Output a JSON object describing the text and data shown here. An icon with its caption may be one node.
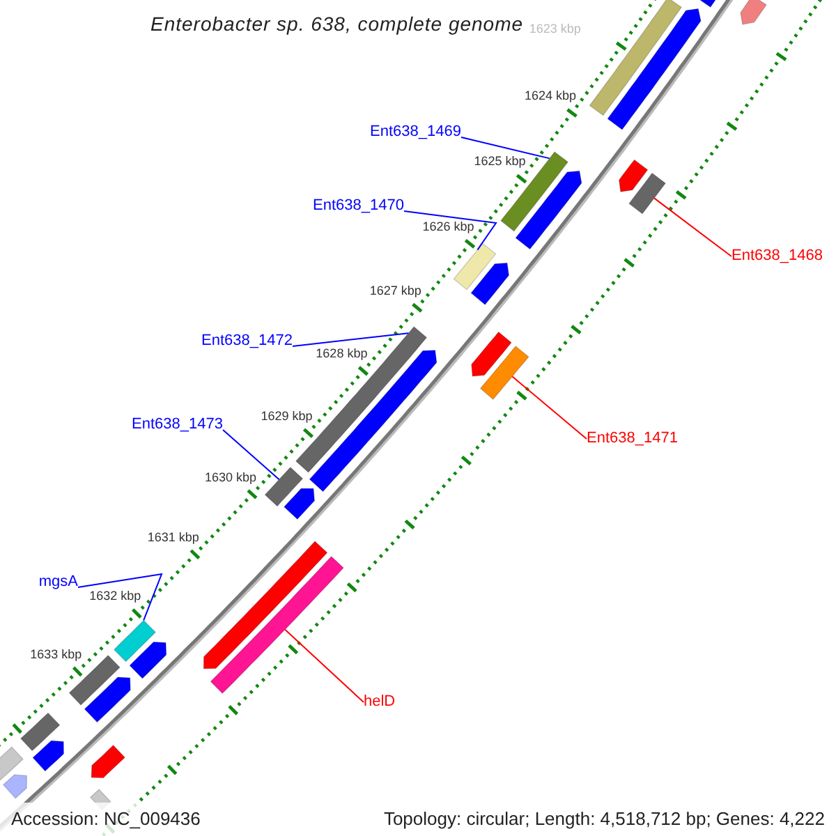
{
  "diagram": {
    "title": "Enterobacter sp. 638, complete genome",
    "nodes": [
      {
        "text": [
          "Ent638_1469"
        ]
      },
      {
        "text": [],
        "shape": "bar"
      },
      {
        "text": [
          "Ent638_1470"
        ]
      },
      {
        "text": [],
        "shape": "bar"
      },
      {
        "text": [
          "Ent638_1468"
        ]
      },
      {
        "text": [],
        "shape": "bar"
      },
      {
        "text": [
          "Ent638_1472"
        ]
      },
      {
        "text": [],
        "shape": "bar"
      },
      {
        "text": [
          "Ent638_1473"
        ]
      },
      {
        "text": [],
        "shape": "bar"
      },
      {
        "text": [
          "Ent638_1471"
        ]
      },
      {
        "text": [],
        "shape": "bar"
      },
      {
        "text": [
          "mgsA"
        ]
      },
      {
        "text": [],
        "shape": "bar"
      },
      {
        "text": [
          "helD"
        ]
      },
      {
        "text": [],
        "shape": "bar"
      },
      {
        "text": [],
        "shape": "bar"
      },
      {
        "text": [],
        "shape": "bar"
      },
      {
        "text": [],
        "shape": "bar"
      },
      {
        "text": [],
        "shape": "bar"
      },
      {
        "text": [],
        "shape": "bar"
      },
      {
        "text": [],
        "shape": "bar"
      },
      {
        "text": [],
        "shape": "bar"
      },
      {
        "text": [],
        "shape": "bar"
      },
      {
        "text": [],
        "shape": "bar"
      },
      {
        "text": [],
        "shape": "bar"
      },
      {
        "text": [],
        "shape": "bar"
      },
      {
        "text": [],
        "shape": "bar"
      },
      {
        "text": [],
        "shape": "bar"
      },
      {
        "text": [],
        "shape": "bar"
      },
      {
        "text": [],
        "shape": "bar"
      },
      {
        "text": [],
        "shape": "bar"
      },
      {
        "text": [],
        "shape": "bar"
      },
      {
        "text": [],
        "shape": "bar"
      },
      {
        "text": [],
        "shape": "bar"
      },
      {
        "text": [],
        "shape": "bar"
      }
    ],
    "edges": [
      {
        "from": 0,
        "to": 1,
        "arrow": "none"
      },
      {
        "from": 2,
        "to": 3,
        "arrow": "none"
      },
      {
        "from": 4,
        "to": 5,
        "arrow": "none",
        "color": "#ff0000"
      },
      {
        "from": 6,
        "to": 7,
        "arrow": "none"
      },
      {
        "from": 8,
        "to": 9,
        "arrow": "none"
      },
      {
        "from": 10,
        "to": 11,
        "arrow": "none",
        "color": "#ff0000"
      },
      {
        "from": 12,
        "to": 13,
        "arrow": "none"
      },
      {
        "from": 14,
        "to": 15,
        "arrow": "none",
        "color": "#ff0000"
      }
    ],
    "labels": [
      "1623 kbp",
      "1624 kbp",
      "1625 kbp",
      "1626 kbp",
      "1627 kbp",
      "1628 kbp",
      "1629 kbp",
      "1630 kbp",
      "1631 kbp",
      "1632 kbp",
      "1633 kbp",
      "Accession: NC_009436",
      "Topology: circular; Length: 4,518,712 bp; Genes: 4,222"
    ]
  }
}
